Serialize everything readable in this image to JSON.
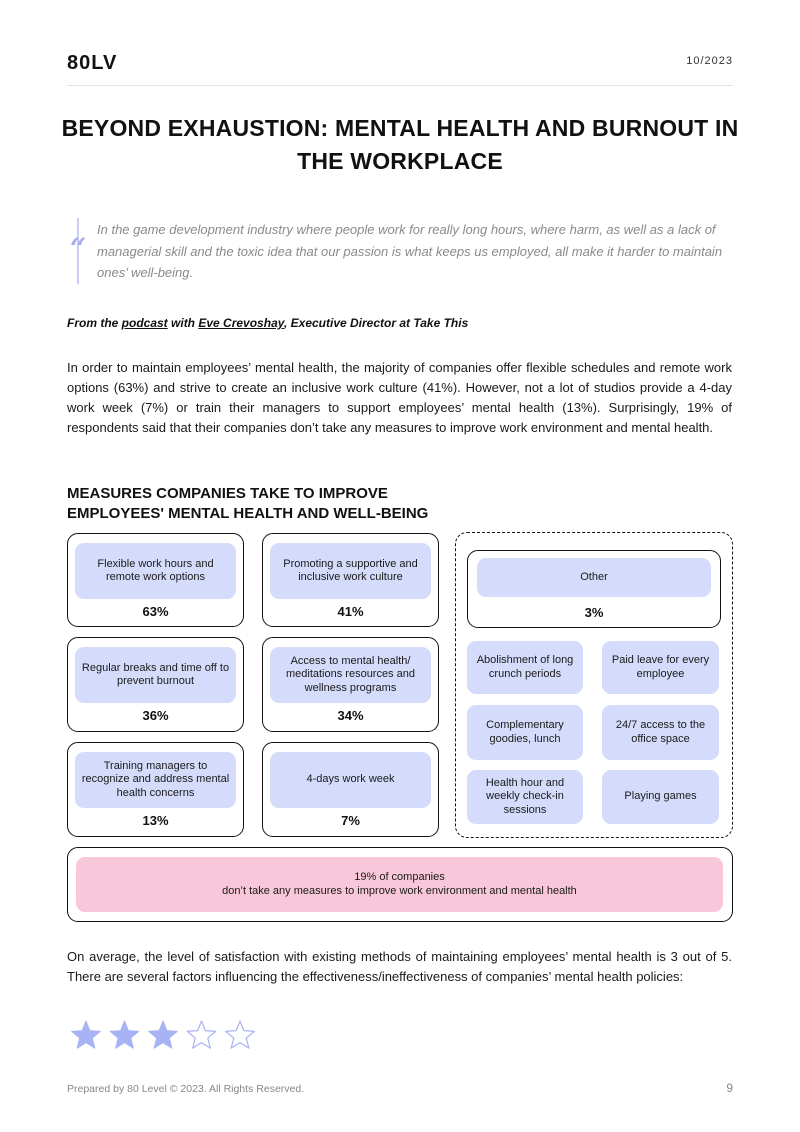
{
  "header": {
    "logo_text": "80LV",
    "date": "10/2023"
  },
  "title": "BEYOND EXHAUSTION: MENTAL HEALTH AND BURNOUT IN THE WORKPLACE",
  "quote": {
    "mark": "“",
    "text": "In the game development industry where people work for really long hours, where harm, as well as a lack of managerial skill and the toxic idea that our passion is what keeps us employed, all make it harder to maintain ones’ well-being."
  },
  "attribution": {
    "prefix": "From the ",
    "link1": "podcast",
    "mid": " with ",
    "link2": "Eve Crevoshay",
    "suffix": ", Executive Director at Take This"
  },
  "paragraph1": "In order to maintain employees’ mental health, the majority of companies offer flexible schedules and remote work options (63%) and strive to create an inclusive work culture (41%). However, not a lot of studios provide a 4-day work week (7%) or train their managers to support employees’ mental health (13%). Surprisingly, 19% of respondents said that their companies don’t take any measures to improve work environment and mental health.",
  "section_title": "MEASURES COMPANIES TAKE TO IMPROVE EMPLOYEES' MENTAL HEALTH AND WELL-BEING",
  "measures": [
    {
      "label": "Flexible work hours and remote work options",
      "pct": "63%",
      "value": 63
    },
    {
      "label": "Promoting a supportive and inclusive work culture",
      "pct": "41%",
      "value": 41
    },
    {
      "label": "Regular breaks and time off to prevent burnout",
      "pct": "36%",
      "value": 36
    },
    {
      "label": "Access to mental health/ meditations resources and wellness programs",
      "pct": "34%",
      "value": 34
    },
    {
      "label": "Training managers to recognize and address mental health concerns",
      "pct": "13%",
      "value": 13
    },
    {
      "label": "4-days work week",
      "pct": "7%",
      "value": 7
    }
  ],
  "other": {
    "label": "Other",
    "pct": "3%",
    "value": 3
  },
  "other_items": [
    "Abolishment of long crunch periods",
    "Paid leave for every employee",
    "Complementary goodies, lunch",
    "24/7 access to the office space",
    "Health hour and weekly check-in sessions",
    "Playing games"
  ],
  "none_banner": {
    "line1": "19% of companies",
    "line2": "don’t  take any measures to improve work environment and mental health"
  },
  "paragraph2": "On average, the level of satisfaction with existing methods of maintaining employees’ mental health is 3 out of 5. There are several factors influencing the effectiveness/ineffectiveness of companies’ mental health policies:",
  "rating": {
    "value": 3,
    "max": 5
  },
  "colors": {
    "accent": "#a7b3f5",
    "pill": "#d5dcfb",
    "pink": "#f8c8da"
  },
  "footer": {
    "text": "Prepared by 80 Level © 2023. All Rights Reserved.",
    "page": "9"
  }
}
